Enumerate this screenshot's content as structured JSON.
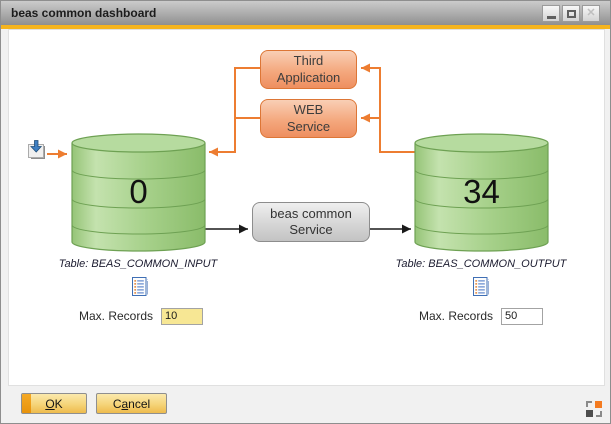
{
  "titlebar": {
    "title": "beas common dashboard"
  },
  "diagram": {
    "third_application_label": "Third\nApplication",
    "web_service_label": "WEB\nService",
    "service_label": "beas common\nService",
    "input": {
      "count": "0",
      "table_label": "Table: BEAS_COMMON_INPUT",
      "max_records_label": "Max. Records",
      "max_records_value": "10"
    },
    "output": {
      "count": "34",
      "table_label": "Table: BEAS_COMMON_OUTPUT",
      "max_records_label": "Max. Records",
      "max_records_value": "50"
    },
    "icons": {
      "import": "import-arrow-icon",
      "input_document": "document-icon",
      "output_document": "document-icon",
      "resize": "resize-grid-icon",
      "minimize": "minimize-icon",
      "maximize": "maximize-icon",
      "close": "close-icon"
    },
    "colors": {
      "accent_gold": "#f5b41e",
      "connector_orange": "#ed7d31",
      "connector_black": "#1a1a1a",
      "cylinder_green": "#a7d18b",
      "cylinder_border": "#6ea153",
      "box_orange": "#ee8f60",
      "box_gray": "#c3c3c3",
      "highlight_yellow": "#f7e794"
    }
  },
  "footer": {
    "ok": {
      "pre": "",
      "key": "O",
      "post": "K"
    },
    "cancel": {
      "pre": "C",
      "key": "a",
      "post": "ncel"
    },
    "close_glyph": "✕"
  }
}
